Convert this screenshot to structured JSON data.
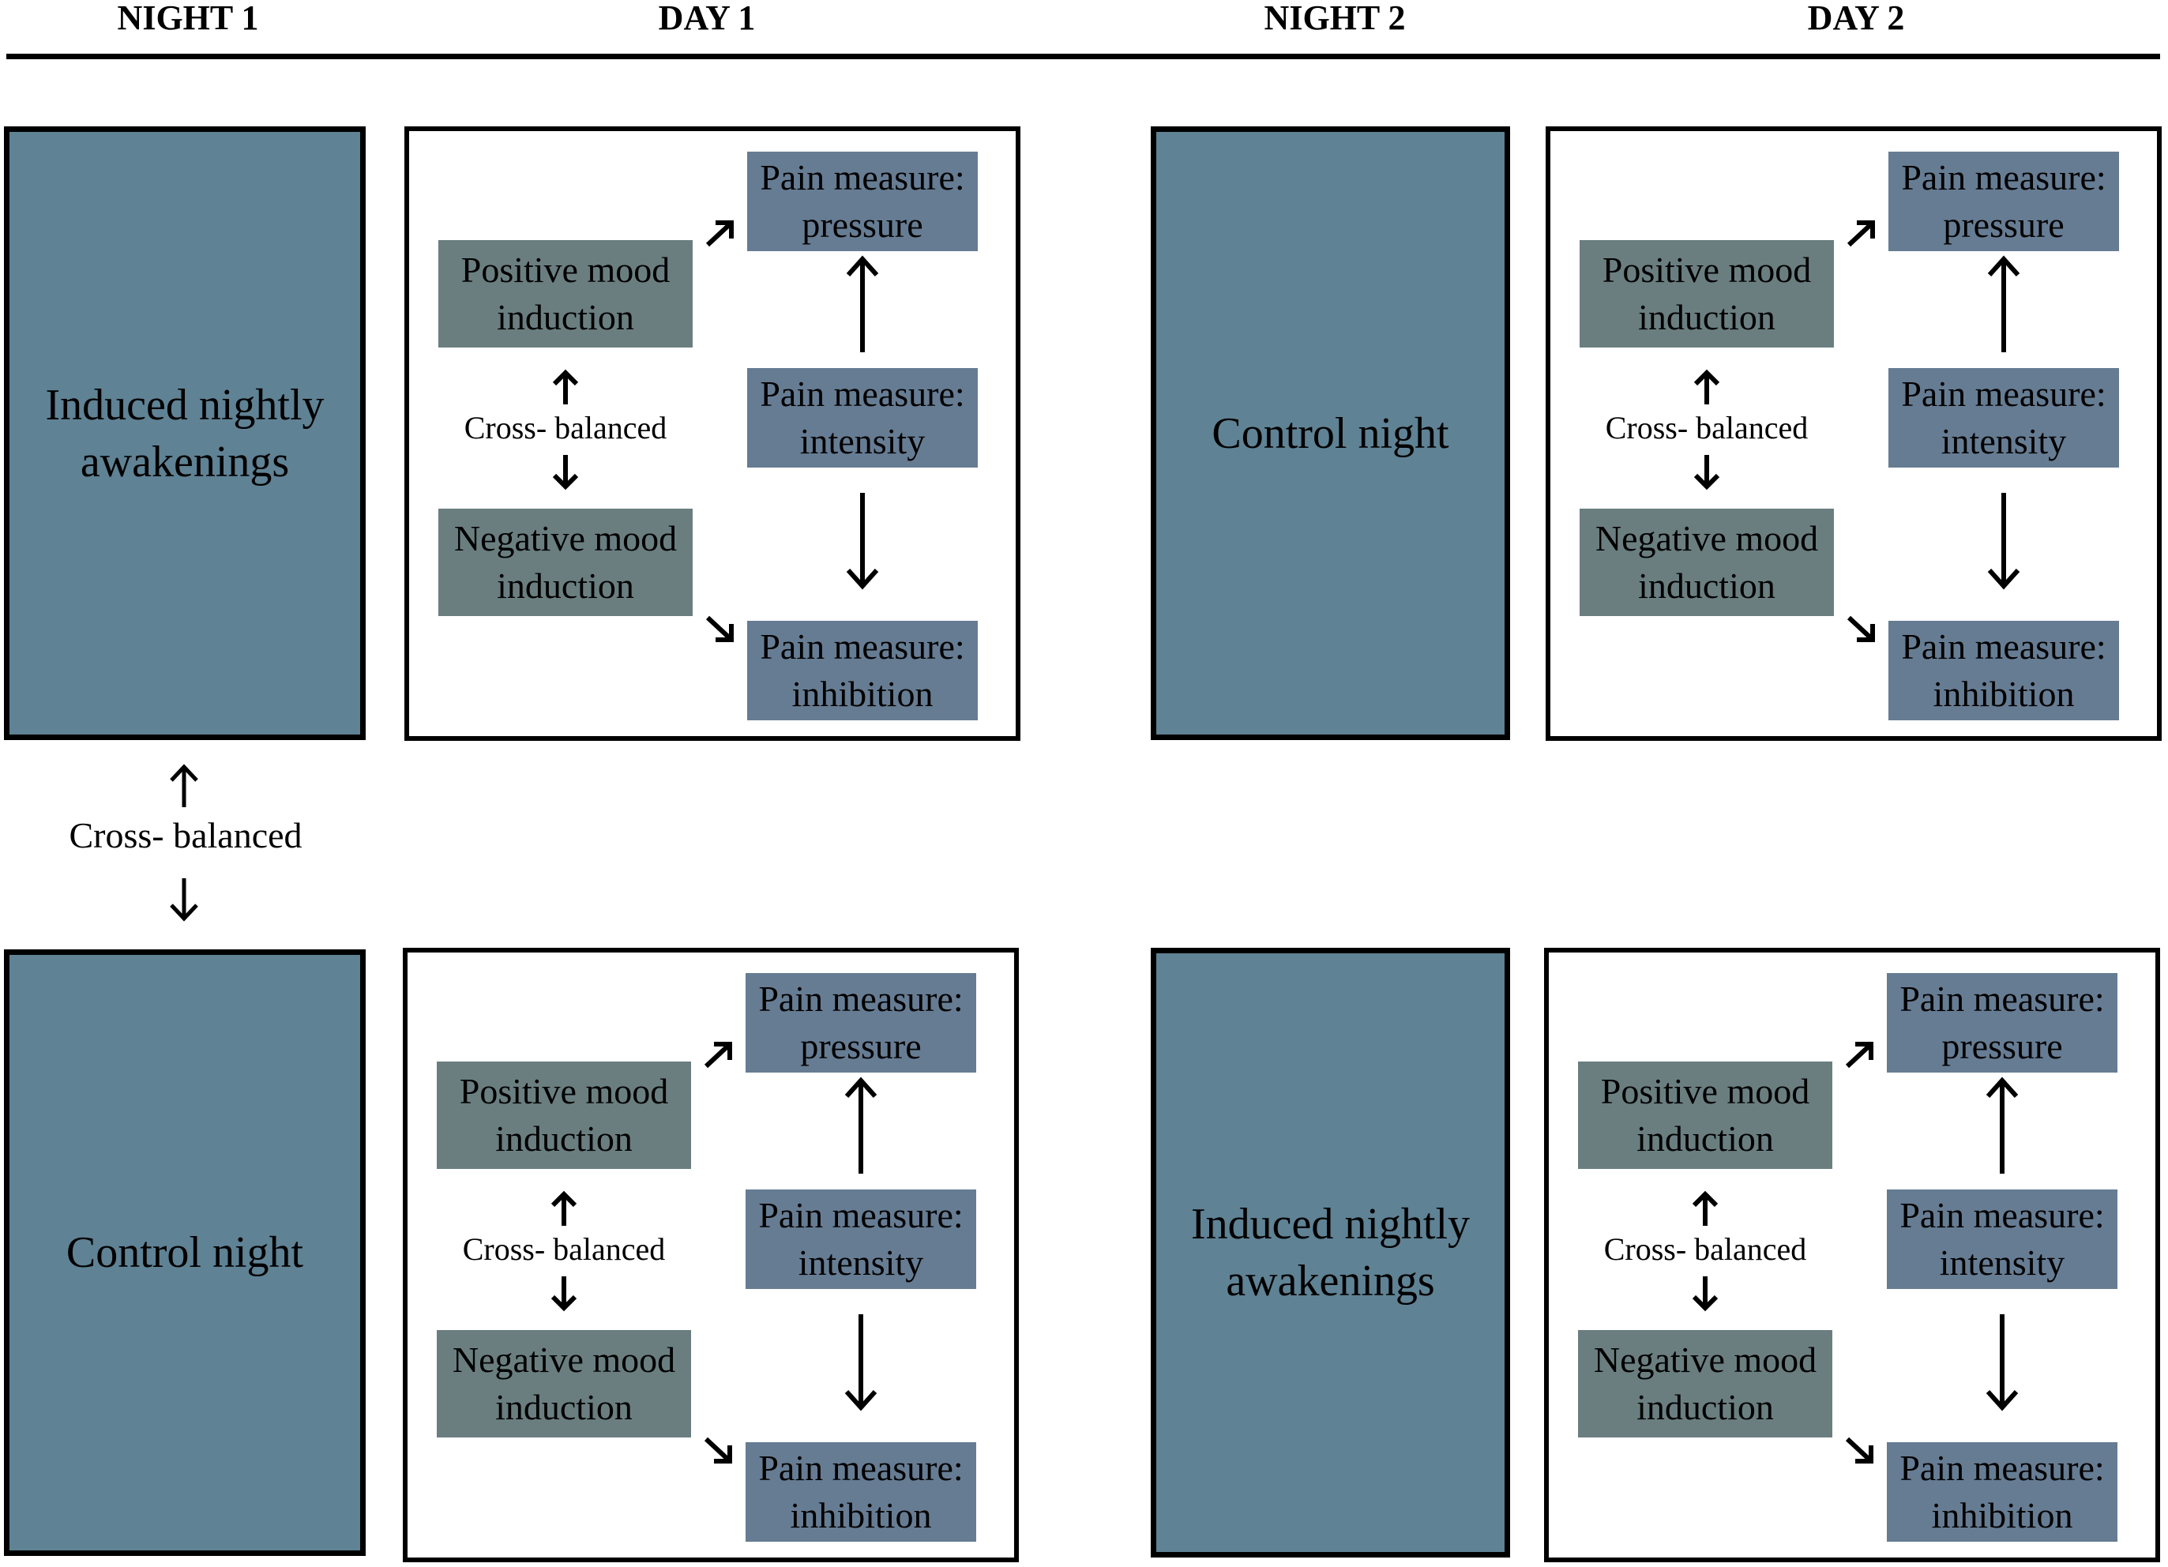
{
  "headers": {
    "night1": "NIGHT 1",
    "day1": "DAY 1",
    "night2": "NIGHT 2",
    "day2": "DAY 2"
  },
  "colors": {
    "night_block": "#5f8294",
    "mood_box": "#6a7e80",
    "pain_box": "#667c93"
  },
  "cross_balanced": "Cross- balanced",
  "panels": {
    "tl": {
      "night": "Induced nightly\nawakenings"
    },
    "tr": {
      "night": "Control night"
    },
    "bl": {
      "night": "Control night"
    },
    "br": {
      "night": "Induced nightly\nawakenings"
    }
  },
  "day_block": {
    "positive_mood": "Positive mood\ninduction",
    "negative_mood": "Negative mood\ninduction",
    "cross_balanced": "Cross- balanced",
    "pain_pressure": "Pain measure:\npressure",
    "pain_intensity": "Pain measure:\nintensity",
    "pain_inhibition": "Pain measure:\ninhibition"
  }
}
